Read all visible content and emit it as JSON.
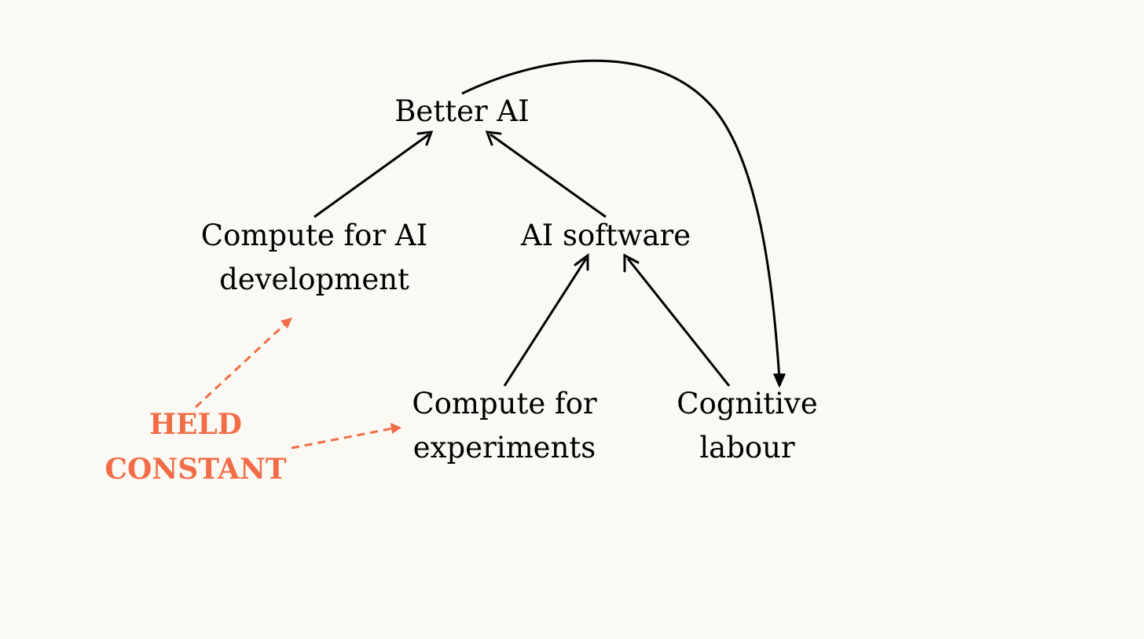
{
  "colors": {
    "background": "#faf9f4",
    "node_text": "#000000",
    "edge": "#000000",
    "highlight": "#f26d47"
  },
  "nodes": {
    "better_ai": {
      "lines": [
        "Better AI"
      ]
    },
    "compute_dev": {
      "lines": [
        "Compute for AI",
        "development"
      ]
    },
    "ai_software": {
      "lines": [
        "AI software"
      ]
    },
    "compute_exp": {
      "lines": [
        "Compute for",
        "experiments"
      ]
    },
    "cognitive_labour": {
      "lines": [
        "Cognitive",
        "labour"
      ]
    }
  },
  "annotation": {
    "lines": [
      "HELD",
      "CONSTANT"
    ]
  },
  "edges": [
    {
      "from": "compute_dev",
      "to": "better_ai",
      "style": "solid"
    },
    {
      "from": "ai_software",
      "to": "better_ai",
      "style": "solid"
    },
    {
      "from": "compute_exp",
      "to": "ai_software",
      "style": "solid"
    },
    {
      "from": "cognitive_labour",
      "to": "ai_software",
      "style": "solid"
    },
    {
      "from": "better_ai",
      "to": "cognitive_labour",
      "style": "solid-curved"
    },
    {
      "from": "annotation",
      "to": "compute_dev",
      "style": "dashed"
    },
    {
      "from": "annotation",
      "to": "compute_exp",
      "style": "dashed"
    }
  ]
}
